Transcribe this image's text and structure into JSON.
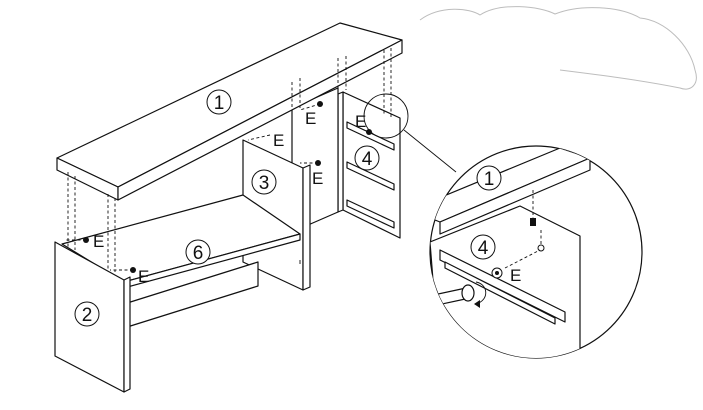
{
  "diagram": {
    "parts": {
      "top": "1",
      "left_side": "2",
      "middle_divider": "3",
      "drawer_panel": "4",
      "shelf": "6",
      "detail_top": "1",
      "detail_panel": "4"
    },
    "fastener_label": "E"
  }
}
